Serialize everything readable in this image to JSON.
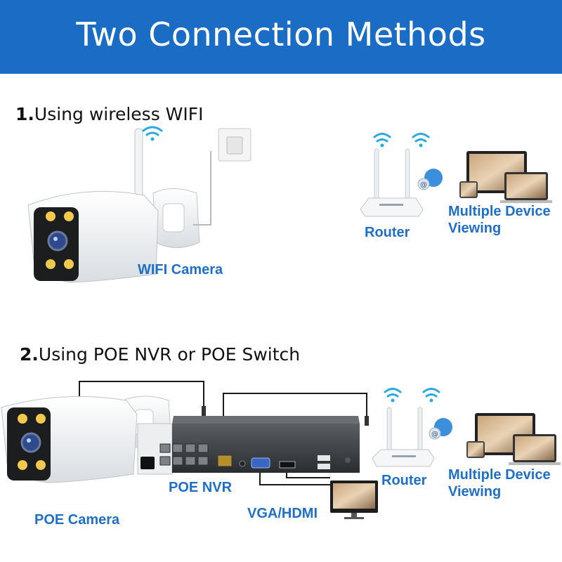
{
  "header": {
    "title": "Two Connection Methods"
  },
  "section1": {
    "number": "1.",
    "heading": "Using wireless WIFI",
    "camera_label": "WIFI Camera",
    "router_label": "Router",
    "viewing_label_line1": "Multiple Device",
    "viewing_label_line2": "Viewing"
  },
  "section2": {
    "number": "2.",
    "heading": "Using POE NVR or POE Switch",
    "camera_label": "POE Camera",
    "nvr_label": "POE NVR",
    "video_label": "VGA/HDMI",
    "router_label": "Router",
    "viewing_label_line1": "Multiple Device",
    "viewing_label_line2": "Viewing"
  },
  "colors": {
    "banner": "#1a6cc4",
    "label_blue": "#1f6fc7",
    "wifi_blue": "#2aa8e0"
  }
}
